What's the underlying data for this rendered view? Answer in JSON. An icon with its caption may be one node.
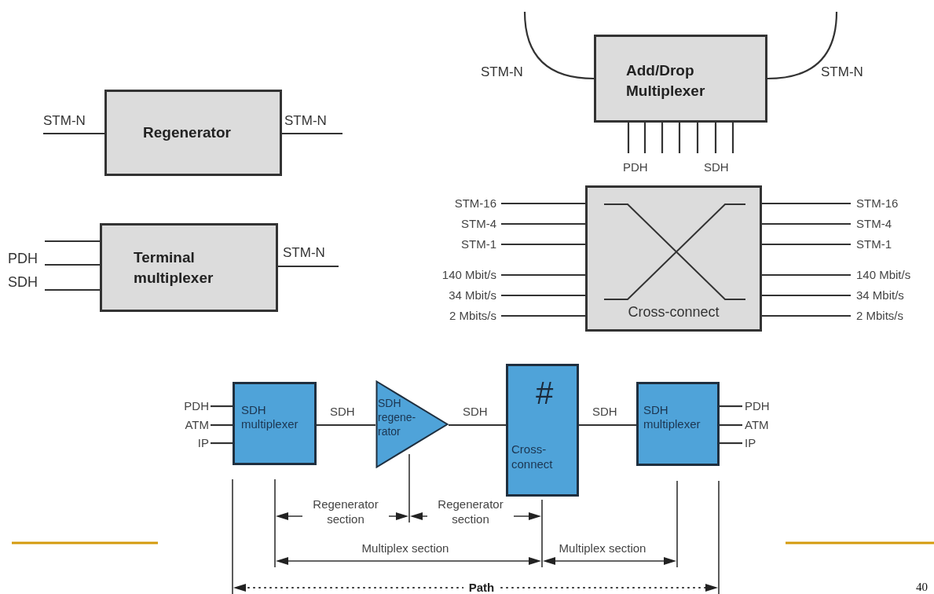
{
  "diagram": {
    "nodes": [
      {
        "text": [
          "Regenerator"
        ]
      },
      {
        "text": [
          "Terminal multiplexer"
        ]
      },
      {
        "text": [
          "Add/Drop Multiplexer"
        ]
      },
      {
        "text": [
          "Cross-connect"
        ]
      },
      {
        "text": [
          "SDH multiplexer"
        ]
      },
      {
        "text": [
          "SDH regene- rator"
        ]
      },
      {
        "text": [
          "#",
          "Cross- connect"
        ]
      },
      {
        "text": [
          "SDH multiplexer"
        ]
      }
    ],
    "edges": [
      {
        "from": null,
        "to": 0,
        "arrow": "none",
        "label": "STM-N"
      },
      {
        "from": 0,
        "to": null,
        "arrow": "none",
        "label": "STM-N"
      },
      {
        "from": null,
        "to": 1,
        "arrow": "none"
      },
      {
        "from": null,
        "to": 1,
        "arrow": "none"
      },
      {
        "from": null,
        "to": 1,
        "arrow": "none"
      },
      {
        "from": 1,
        "to": null,
        "arrow": "none",
        "label": "STM-N"
      },
      {
        "from": null,
        "to": 2,
        "arrow": "none",
        "label": "STM-N"
      },
      {
        "from": 2,
        "to": null,
        "arrow": "none",
        "label": "STM-N"
      },
      {
        "from": 2,
        "to": null,
        "arrow": "none"
      },
      {
        "from": 2,
        "to": null,
        "arrow": "none"
      },
      {
        "from": 2,
        "to": null,
        "arrow": "none"
      },
      {
        "from": 2,
        "to": null,
        "arrow": "none"
      },
      {
        "from": 2,
        "to": null,
        "arrow": "none"
      },
      {
        "from": 2,
        "to": null,
        "arrow": "none"
      },
      {
        "from": 2,
        "to": null,
        "arrow": "none"
      },
      {
        "from": null,
        "to": 3,
        "arrow": "none",
        "label": "STM-16"
      },
      {
        "from": null,
        "to": 3,
        "arrow": "none",
        "label": "STM-4"
      },
      {
        "from": null,
        "to": 3,
        "arrow": "none",
        "label": "STM-1"
      },
      {
        "from": null,
        "to": 3,
        "arrow": "none",
        "label": "140 Mbit/s"
      },
      {
        "from": null,
        "to": 3,
        "arrow": "none",
        "label": "34 Mbit/s"
      },
      {
        "from": null,
        "to": 3,
        "arrow": "none",
        "label": "2 Mbits/s"
      },
      {
        "from": 3,
        "to": null,
        "arrow": "none",
        "label": "STM-16"
      },
      {
        "from": 3,
        "to": null,
        "arrow": "none",
        "label": "STM-4"
      },
      {
        "from": 3,
        "to": null,
        "arrow": "none",
        "label": "STM-1"
      },
      {
        "from": 3,
        "to": null,
        "arrow": "none",
        "label": "140 Mbit/s"
      },
      {
        "from": 3,
        "to": null,
        "arrow": "none",
        "label": "34 Mbit/s"
      },
      {
        "from": 3,
        "to": null,
        "arrow": "none",
        "label": "2 Mbits/s"
      },
      {
        "from": null,
        "to": 4,
        "arrow": "none",
        "label": "PDH"
      },
      {
        "from": null,
        "to": 4,
        "arrow": "none",
        "label": "ATM"
      },
      {
        "from": null,
        "to": 4,
        "arrow": "none",
        "label": "IP"
      },
      {
        "from": 4,
        "to": 5,
        "arrow": "none",
        "label": "SDH"
      },
      {
        "from": 5,
        "to": 6,
        "arrow": "none",
        "label": "SDH"
      },
      {
        "from": 6,
        "to": 7,
        "arrow": "none",
        "label": "SDH"
      },
      {
        "from": 7,
        "to": null,
        "arrow": "none",
        "label": "PDH"
      },
      {
        "from": 7,
        "to": null,
        "arrow": "none",
        "label": "ATM"
      },
      {
        "from": 7,
        "to": null,
        "arrow": "none",
        "label": "IP"
      }
    ],
    "labels": [
      "PDH",
      "SDH",
      "PDH",
      "SDH",
      "Regenerator section",
      "Regenerator section",
      "Multiplex section",
      "Multiplex section",
      "Path",
      "40"
    ]
  }
}
